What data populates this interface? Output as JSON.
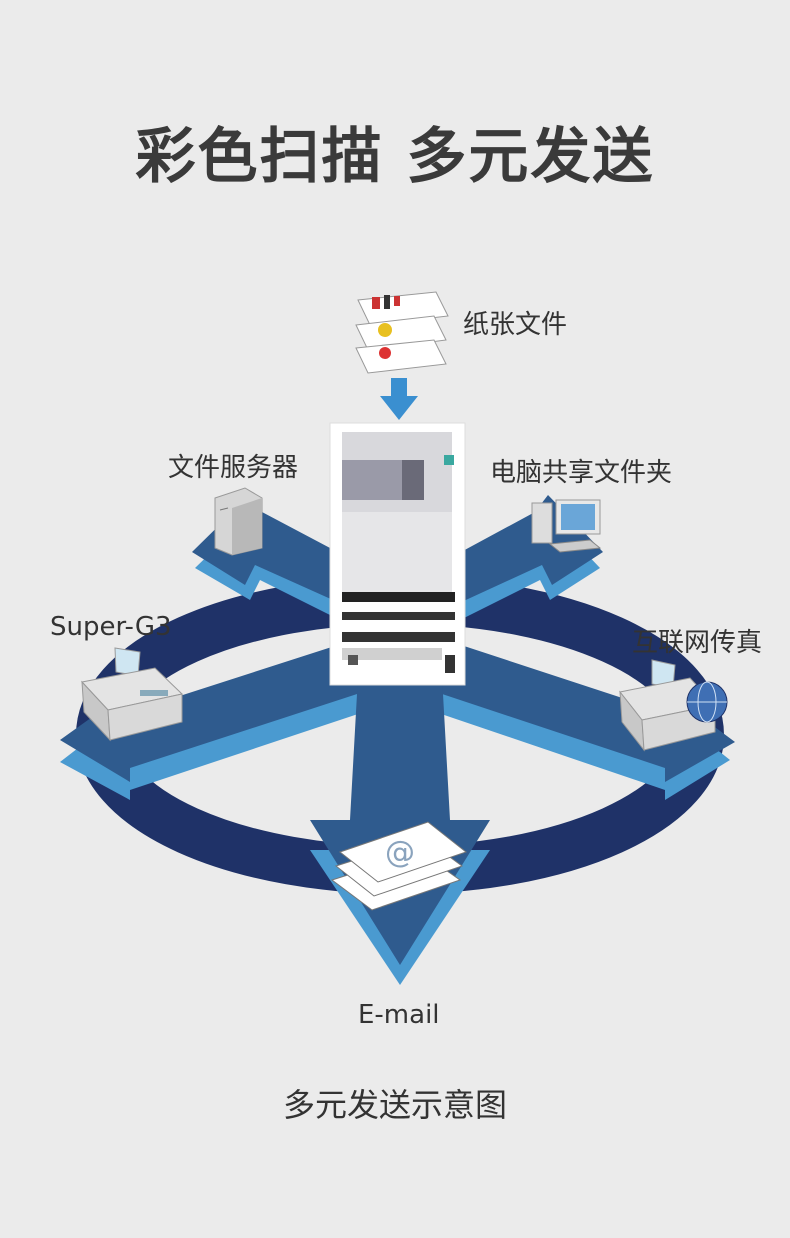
{
  "title": "彩色扫描 多元发送",
  "caption": "多元发送示意图",
  "nodes": {
    "paper": "纸张文件",
    "file_server": "文件服务器",
    "pc_share": "电脑共享文件夹",
    "super_g3": "Super-G3",
    "internet_fax": "互联网传真",
    "email": "E-mail"
  },
  "icons": [
    "paper-documents-icon",
    "server-icon",
    "computer-icon",
    "fax-machine-icon",
    "internet-fax-icon",
    "email-icon",
    "multifunction-printer-icon"
  ],
  "colors": {
    "background": "#ebebeb",
    "ring": "#1f3268",
    "arrow_dark": "#2f5b8e",
    "arrow_light": "#4a9ad0",
    "down_arrow": "#3a8fd0"
  }
}
